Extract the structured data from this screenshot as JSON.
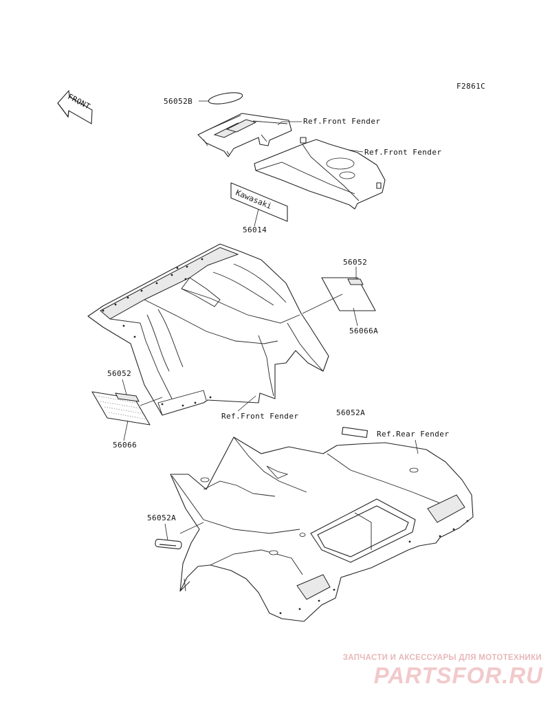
{
  "figure_code": "F2861C",
  "direction_arrow": {
    "text": "FRONT",
    "icon": "front-direction-arrow-icon"
  },
  "callouts": {
    "c56052B": "56052B",
    "ref_front_fender_1": "Ref.Front Fender",
    "ref_front_fender_2": "Ref.Front Fender",
    "c56014": "56014",
    "c56052_right": "56052",
    "c56066A": "56066A",
    "c56052_left": "56052",
    "c56066": "56066",
    "ref_front_fender_3": "Ref.Front Fender",
    "c56052A_top": "56052A",
    "ref_rear_fender": "Ref.Rear Fender",
    "c56052A_left": "56052A"
  },
  "decal_text": "Kawasaki",
  "watermark": {
    "tagline": "ЗАПЧАСТИ И АКСЕССУАРЫ ДЛЯ МОТОТЕХНИКИ",
    "brand": "PARTSFOR.RU",
    "color": "#e8b7b9"
  }
}
